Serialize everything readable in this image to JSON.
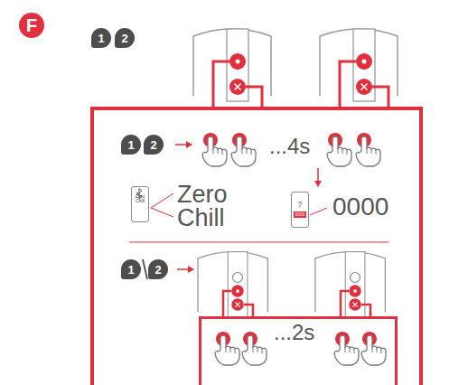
{
  "diagram": {
    "nodes": [
      {
        "text": [
          "F"
        ]
      },
      {
        "text": [
          "1"
        ]
      },
      {
        "text": [
          "2"
        ]
      },
      {
        "text": [
          "...4s"
        ]
      },
      {
        "text": [
          "1"
        ],
        "in": 3
      },
      {
        "text": [
          "2"
        ],
        "in": 3
      },
      {
        "text": [
          "Zero Chill"
        ],
        "in": 3
      },
      {
        "text": [
          "?",
          "0000"
        ],
        "in": 3
      },
      {
        "text": [
          "1"
        ],
        "in": 3
      },
      {
        "text": [
          "2"
        ],
        "in": 3
      },
      {
        "text": [
          "...2s"
        ],
        "in": 3
      }
    ],
    "labels": [
      "Zero Chill",
      "0000"
    ]
  }
}
